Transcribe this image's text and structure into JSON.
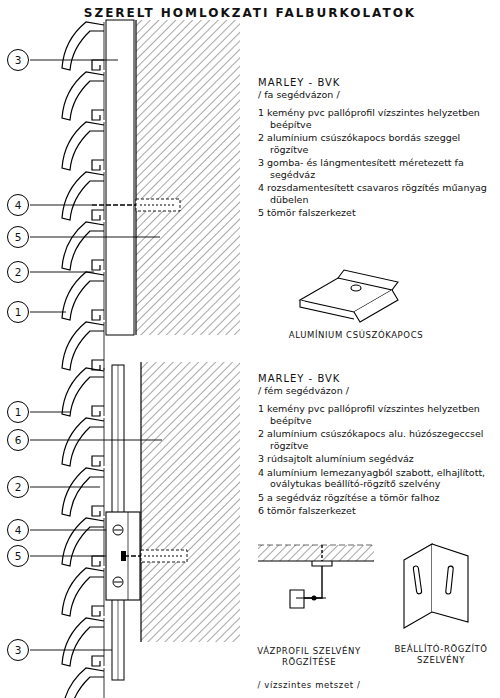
{
  "diagram": {
    "title": "SZERELT HOMLOKZATI FALBURKOLATOK",
    "nodes": [
      {
        "text": [
          "3"
        ]
      },
      {
        "text": [
          "4"
        ]
      },
      {
        "text": [
          "5"
        ]
      },
      {
        "text": [
          "2"
        ]
      },
      {
        "text": [
          "1"
        ]
      },
      {
        "text": [
          "1"
        ]
      },
      {
        "text": [
          "6"
        ]
      },
      {
        "text": [
          "2"
        ]
      },
      {
        "text": [
          "4"
        ]
      },
      {
        "text": [
          "5"
        ]
      },
      {
        "text": [
          "3"
        ]
      }
    ],
    "labels": [
      "MARLEY - BVK",
      "/ fa segédvázon /",
      "1 kemény pvc pallóprofil vízszintes helyzetben beépítve",
      "2 alumínium csúszókapocs bordás szeggel rögzítve",
      "3 gomba- és lángmentesített méretezett fa segédváz",
      "4 rozsdamentesített csavaros rögzítés műanyag dübelen",
      "5 tömör falszerkezet",
      "ALUMÍNIUM CSÚSZÓKAPOCS",
      "MARLEY - BVK",
      "/ fém segédvázon /",
      "1 kemény pvc pallóprofil vízszintes helyzetben beépítve",
      "2 alumínium csúszókapocs alu. húzószegeccsel rögzítve",
      "3 rúdsajtolt alumínium segédváz",
      "4 alumínium lemezanyagból szabott, elhajlított, oválytukas beállító-rögzítő szelvény",
      "5 a segédváz rögzítése a tömör falhoz",
      "6 tömör falszerkezet",
      "VÁZPROFIL SZELVÉNY RÖGZÍTÉSE",
      "/ vízszintes metszet /",
      "BEÁLLÍTÓ-RÖGZÍTŐ SZELVÉNY"
    ]
  }
}
